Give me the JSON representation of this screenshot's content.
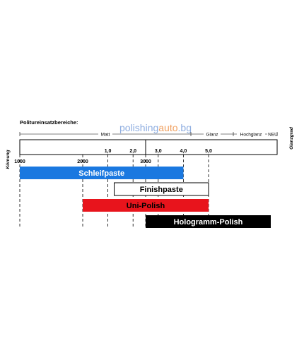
{
  "watermark": {
    "part1": "polishing",
    "part2": "auto",
    "part3": ".bg",
    "color_main": "#8faee0",
    "color_accent": "#f0a060"
  },
  "chart_data": {
    "type": "bar",
    "title": "Politureinsatzbereiche:",
    "gloss_label": "Glanzgrad",
    "grit_label": "Körnung",
    "gloss_zones": [
      "Matt",
      "Glanz",
      "Hochglanz",
      "NEU"
    ],
    "gloss_ticks": [
      {
        "label": "1,0",
        "grit": 2400
      },
      {
        "label": "2,0",
        "grit": 2800
      },
      {
        "label": "3,0",
        "grit": 3200
      },
      {
        "label": "4,0",
        "grit": 3600
      },
      {
        "label": "5,0",
        "grit": 4000
      }
    ],
    "grit_ticks": [
      "1000",
      "2000",
      "3000"
    ],
    "grit_range": [
      1000,
      4000
    ],
    "bars": [
      {
        "name": "Schleifpaste",
        "start": 1000,
        "end": 3600,
        "fill": "#1a78e0",
        "text_color": "#ffffff"
      },
      {
        "name": "Finishpaste",
        "start": 2500,
        "end": 4000,
        "fill": "#ffffff",
        "text_color": "#000000"
      },
      {
        "name": "Uni-Polish",
        "start": 2000,
        "end": 4000,
        "fill": "#e8141c",
        "text_color": "#000000"
      },
      {
        "name": "Hologramm-Polish",
        "start": 3000,
        "end": 5000,
        "fill": "#000000",
        "text_color": "#ffffff"
      }
    ]
  }
}
